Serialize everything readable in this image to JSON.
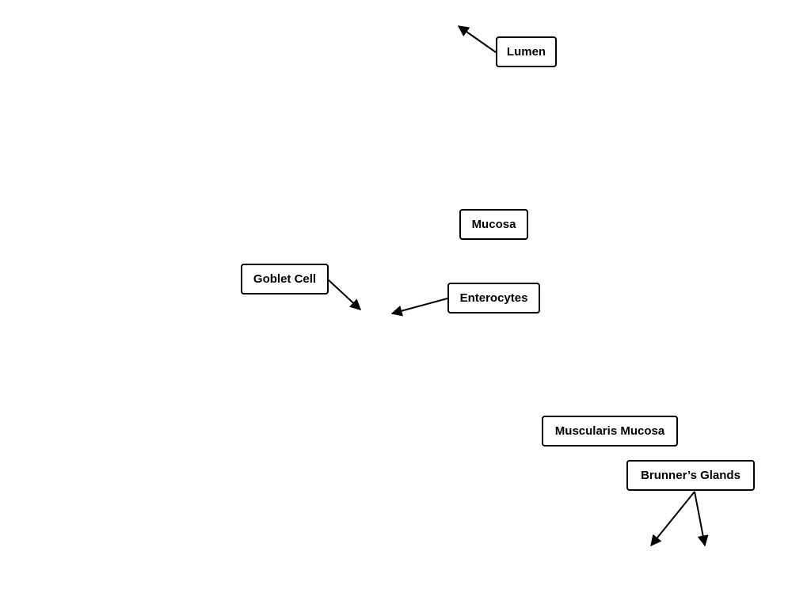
{
  "labels": {
    "lumen": "Lumen",
    "mucosa": "Mucosa",
    "goblet_cell": "Goblet Cell",
    "enterocytes": "Enterocytes",
    "muscularis_mucosa": "Muscularis Mucosa",
    "brunners_glands": "Brunner’s Glands"
  },
  "colors": {
    "stroke": "#000000",
    "background": "#ffffff"
  }
}
